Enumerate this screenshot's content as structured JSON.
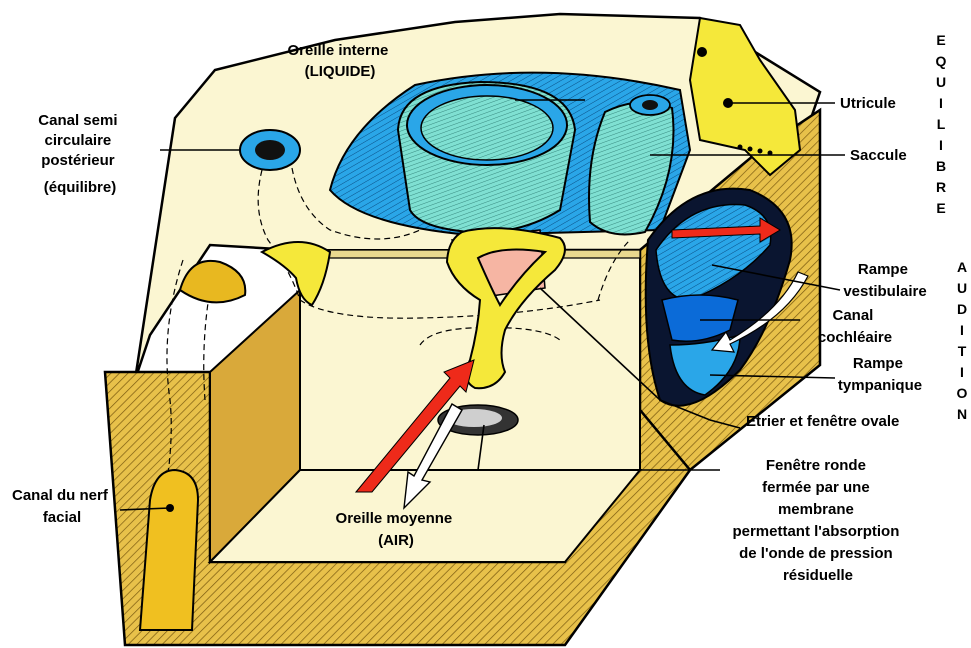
{
  "labels": {
    "oreille_interne": [
      "Oreille interne",
      "(LIQUIDE)"
    ],
    "canal_semi_circulaire": [
      "Canal semi",
      "circulaire",
      "postérieur",
      "(équilibre)"
    ],
    "utricule": "Utricule",
    "saccule": "Saccule",
    "rampe_vestibulaire": [
      "Rampe",
      "vestibulaire"
    ],
    "canal_cochleaire": [
      "Canal",
      "cochléaire"
    ],
    "rampe_tympanique": [
      "Rampe",
      "tympanique"
    ],
    "etrier": "Etrier et fenêtre ovale",
    "fenetre_ronde": [
      "Fenêtre ronde",
      "fermée par une",
      "membrane",
      "permettant l'absorption",
      "de l'onde de pression",
      "résiduelle"
    ],
    "canal_nerf_facial": [
      "Canal du nerf",
      "facial"
    ],
    "oreille_moyenne": [
      "Oreille moyenne",
      "(AIR)"
    ]
  },
  "side_words": {
    "equilibre": [
      "E",
      "Q",
      "U",
      "I",
      "L",
      "I",
      "B",
      "R",
      "E"
    ],
    "audition": [
      "A",
      "U",
      "D",
      "I",
      "T",
      "I",
      "O",
      "N"
    ]
  },
  "colors": {
    "bone_face": "#fbf6d2",
    "bone_side": "#e8c14a",
    "bone_front": "#f0cf5e",
    "hatch": "#7a5a10",
    "liquid_blue": "#2aa6e8",
    "cyan_organ": "#7fe0d2",
    "stapes_yellow": "#f5e83a",
    "arrow_red": "#ee2a1a",
    "cochlea_dark": "#0b6bd8"
  }
}
